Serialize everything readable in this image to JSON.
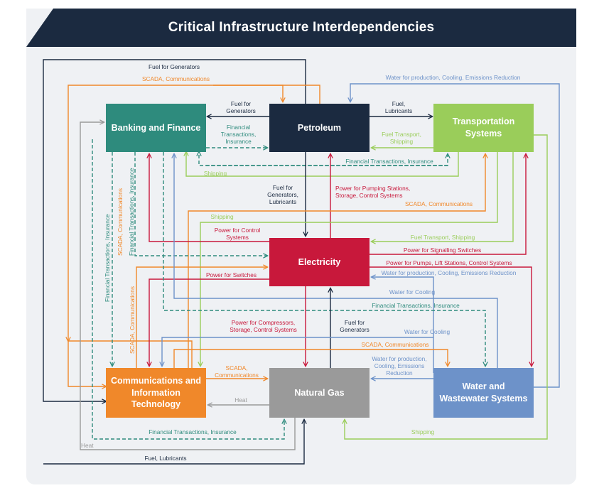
{
  "title": "Critical Infrastructure Interdependencies",
  "colors": {
    "banner": "#1b2a40",
    "panel": "#eff1f4",
    "navy": "#1b2a40",
    "orange": "#f0882a",
    "teal": "#2e8b7d",
    "green": "#9acd5a",
    "red": "#c8183b",
    "gray": "#9a9a9a",
    "blue": "#6d92c9"
  },
  "nodes": {
    "banking": "Banking and Finance",
    "petroleum": "Petroleum",
    "transportation": "Transportation\nSystems",
    "electricity": "Electricity",
    "communications": "Communications and\nInformation\nTechnology",
    "natural_gas": "Natural Gas",
    "water": "Water and\nWastewater Systems"
  },
  "labels": {
    "fuel_generators_top": "Fuel for Generators",
    "scada_top": "SCADA, Communications",
    "water_top": "Water for production, Cooling, Emissions Reduction",
    "fuel_for_generators_pb": "Fuel for\nGenerators",
    "fuel_lubricants_pt": "Fuel,\nLubricants",
    "financial_transactions_insurance_bp": "Financial\nTransactions,\nInsurance",
    "fuel_transport_shipping_tp": "Fuel Transport,\nShipping",
    "financial_transactions_insurance_row": "Financial Transactions, Insurance",
    "shipping_tb": "Shipping",
    "fuel_gen_lub_pe": "Fuel for\nGenerators,\nLubricants",
    "power_pumping": "Power for Pumping Stations,\nStorage, Control Systems",
    "scada_tc": "SCADA, Communications",
    "shipping_tc": "Shipping",
    "power_control": "Power for Control\nSystems",
    "fuel_transport_shipping_te": "Fuel Transport, Shipping",
    "power_signalling": "Power for Signalling Switches",
    "power_pumps": "Power for Pumps, Lift Stations, Control Systems",
    "water_we": "Water for production, Cooling, Emissions Reduction",
    "power_switches": "Power for Switches",
    "water_cooling_1": "Water for Cooling",
    "financial_transactions_insurance_bw": "Financial Transactions, Insurance",
    "power_compressors": "Power for Compressors,\nStorage, Control Systems",
    "fuel_gen_ne": "Fuel for\nGenerators",
    "water_cooling_2": "Water for Cooling",
    "scada_cw": "SCADA, Communications",
    "water_wn": "Water for production,\nCooling, Emissions\nReduction",
    "scada_cn": "SCADA,\nCommunications",
    "heat_nc": "Heat",
    "shipping_tn": "Shipping",
    "financial_transactions_insurance_bn": "Financial Transactions, Insurance",
    "heat_bottom": "Heat",
    "fuel_lubricants_bottom": "Fuel, Lubricants",
    "v_fin_1": "Financial Transactions, Insurance",
    "v_scada_1": "SCADA, Communications",
    "v_fin_2": "Financial Transactions, Insurance",
    "v_scada_2": "SCADA, Communications"
  }
}
